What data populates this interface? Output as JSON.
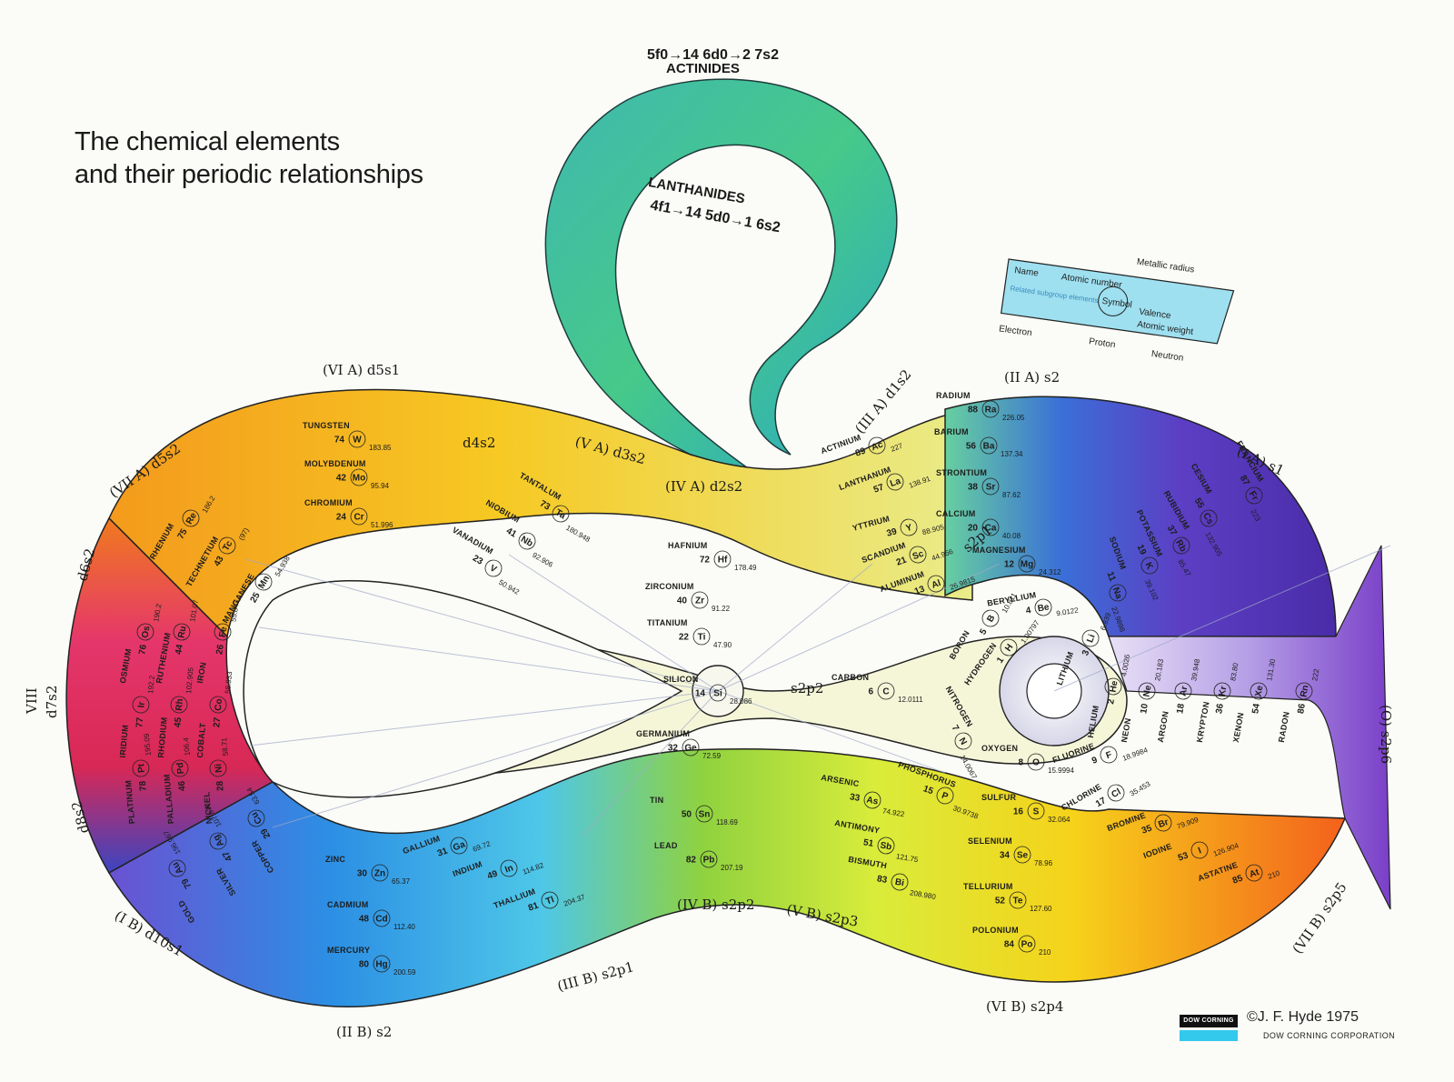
{
  "title": {
    "line1": "The chemical elements",
    "line2": "and their periodic relationships"
  },
  "credit": {
    "logo": "DOW CORNING",
    "author": "©J. F. Hyde  1975",
    "corp": "DOW CORNING CORPORATION"
  },
  "legend": {
    "name": "Name",
    "atomic_number": "Atomic number",
    "symbol": "Symbol",
    "metallic_radius": "Metallic radius",
    "related": "Related subgroup elements",
    "valence": "Valence",
    "atomic_weight": "Atomic weight",
    "electron": "Electron",
    "proton": "Proton",
    "neutron": "Neutron"
  },
  "labels": {
    "actinides_config": "5f0→14 6d0→2 7s2",
    "actinides": "ACTINIDES",
    "lanthanides": "LANTHANIDES",
    "lanthanides_config": "4f1→14 5d0→1 6s2",
    "via": "(VI A) d5s1",
    "viia": "(VII A) d5s2",
    "viii": "VIII",
    "d6s2": "d6s2",
    "d7s2": "d7s2",
    "d8s2": "d8s2",
    "ib": "(I B) d10s1",
    "iib": "(II B) s2",
    "iiib": "(III B) s2p1",
    "ivb": "(IV B) s2p2",
    "vb": "(V B) s2p3",
    "vib": "(VI B) s2p4",
    "viib": "(VII B) s2p5",
    "o": "(O) s2p6",
    "ia": "(I A) s1",
    "iia": "(II A) s2",
    "iiia": "(III A) d1s2",
    "iva": "(IV A) d2s2",
    "va": "(V A) d3s2",
    "d4s2": "d4s2",
    "s2p2": "s2p2",
    "s2p1": "s2p1"
  },
  "colors": {
    "red": "#e0324d",
    "orange": "#f07a1e",
    "yellow": "#f6c21c",
    "green": "#9ccf3b",
    "teal": "#3fc2a6",
    "blue": "#2aa4df",
    "indigo": "#3a4fc4",
    "violet": "#8a4fc9"
  },
  "elements": [
    {
      "name": "HYDROGEN",
      "num": "1",
      "sym": "H",
      "wt": "1.00797"
    },
    {
      "name": "HELIUM",
      "num": "2",
      "sym": "He",
      "wt": "4.0026"
    },
    {
      "name": "LITHIUM",
      "num": "3",
      "sym": "Li",
      "wt": "6.939"
    },
    {
      "name": "BERYLLIUM",
      "num": "4",
      "sym": "Be",
      "wt": "9.0122"
    },
    {
      "name": "BORON",
      "num": "5",
      "sym": "B",
      "wt": "10.811"
    },
    {
      "name": "CARBON",
      "num": "6",
      "sym": "C",
      "wt": "12.0111"
    },
    {
      "name": "NITROGEN",
      "num": "7",
      "sym": "N",
      "wt": "14.0067"
    },
    {
      "name": "OXYGEN",
      "num": "8",
      "sym": "O",
      "wt": "15.9994"
    },
    {
      "name": "FLUORINE",
      "num": "9",
      "sym": "F",
      "wt": "18.9984"
    },
    {
      "name": "NEON",
      "num": "10",
      "sym": "Ne",
      "wt": "20.183"
    },
    {
      "name": "SODIUM",
      "num": "11",
      "sym": "Na",
      "wt": "22.9898"
    },
    {
      "name": "MAGNESIUM",
      "num": "12",
      "sym": "Mg",
      "wt": "24.312"
    },
    {
      "name": "ALUMINUM",
      "num": "13",
      "sym": "Al",
      "wt": "26.9815"
    },
    {
      "name": "SILICON",
      "num": "14",
      "sym": "Si",
      "wt": "28.086"
    },
    {
      "name": "PHOSPHORUS",
      "num": "15",
      "sym": "P",
      "wt": "30.9738"
    },
    {
      "name": "SULFUR",
      "num": "16",
      "sym": "S",
      "wt": "32.064"
    },
    {
      "name": "CHLORINE",
      "num": "17",
      "sym": "Cl",
      "wt": "35.453"
    },
    {
      "name": "ARGON",
      "num": "18",
      "sym": "Ar",
      "wt": "39.948"
    },
    {
      "name": "POTASSIUM",
      "num": "19",
      "sym": "K",
      "wt": "39.102"
    },
    {
      "name": "CALCIUM",
      "num": "20",
      "sym": "Ca",
      "wt": "40.08"
    },
    {
      "name": "SCANDIUM",
      "num": "21",
      "sym": "Sc",
      "wt": "44.956"
    },
    {
      "name": "TITANIUM",
      "num": "22",
      "sym": "Ti",
      "wt": "47.90"
    },
    {
      "name": "VANADIUM",
      "num": "23",
      "sym": "V",
      "wt": "50.942"
    },
    {
      "name": "CHROMIUM",
      "num": "24",
      "sym": "Cr",
      "wt": "51.996"
    },
    {
      "name": "MANGANESE",
      "num": "25",
      "sym": "Mn",
      "wt": "54.938"
    },
    {
      "name": "IRON",
      "num": "26",
      "sym": "Fe",
      "wt": "55.847"
    },
    {
      "name": "COBALT",
      "num": "27",
      "sym": "Co",
      "wt": "58.933"
    },
    {
      "name": "NICKEL",
      "num": "28",
      "sym": "Ni",
      "wt": "58.71"
    },
    {
      "name": "COPPER",
      "num": "29",
      "sym": "Cu",
      "wt": "63.54"
    },
    {
      "name": "ZINC",
      "num": "30",
      "sym": "Zn",
      "wt": "65.37"
    },
    {
      "name": "GALLIUM",
      "num": "31",
      "sym": "Ga",
      "wt": "69.72"
    },
    {
      "name": "GERMANIUM",
      "num": "32",
      "sym": "Ge",
      "wt": "72.59"
    },
    {
      "name": "ARSENIC",
      "num": "33",
      "sym": "As",
      "wt": "74.922"
    },
    {
      "name": "SELENIUM",
      "num": "34",
      "sym": "Se",
      "wt": "78.96"
    },
    {
      "name": "BROMINE",
      "num": "35",
      "sym": "Br",
      "wt": "79.909"
    },
    {
      "name": "KRYPTON",
      "num": "36",
      "sym": "Kr",
      "wt": "83.80"
    },
    {
      "name": "RUBIDIUM",
      "num": "37",
      "sym": "Rb",
      "wt": "85.47"
    },
    {
      "name": "STRONTIUM",
      "num": "38",
      "sym": "Sr",
      "wt": "87.62"
    },
    {
      "name": "YTTRIUM",
      "num": "39",
      "sym": "Y",
      "wt": "88.905"
    },
    {
      "name": "ZIRCONIUM",
      "num": "40",
      "sym": "Zr",
      "wt": "91.22"
    },
    {
      "name": "NIOBIUM",
      "num": "41",
      "sym": "Nb",
      "wt": "92.906"
    },
    {
      "name": "MOLYBDENUM",
      "num": "42",
      "sym": "Mo",
      "wt": "95.94"
    },
    {
      "name": "TECHNETIUM",
      "num": "43",
      "sym": "Tc",
      "wt": "(97)"
    },
    {
      "name": "RUTHENIUM",
      "num": "44",
      "sym": "Ru",
      "wt": "101.07"
    },
    {
      "name": "RHODIUM",
      "num": "45",
      "sym": "Rh",
      "wt": "102.905"
    },
    {
      "name": "PALLADIUM",
      "num": "46",
      "sym": "Pd",
      "wt": "106.4"
    },
    {
      "name": "SILVER",
      "num": "47",
      "sym": "Ag",
      "wt": "107.870"
    },
    {
      "name": "CADMIUM",
      "num": "48",
      "sym": "Cd",
      "wt": "112.40"
    },
    {
      "name": "INDIUM",
      "num": "49",
      "sym": "In",
      "wt": "114.82"
    },
    {
      "name": "TIN",
      "num": "50",
      "sym": "Sn",
      "wt": "118.69"
    },
    {
      "name": "ANTIMONY",
      "num": "51",
      "sym": "Sb",
      "wt": "121.75"
    },
    {
      "name": "TELLURIUM",
      "num": "52",
      "sym": "Te",
      "wt": "127.60"
    },
    {
      "name": "IODINE",
      "num": "53",
      "sym": "I",
      "wt": "126.904"
    },
    {
      "name": "XENON",
      "num": "54",
      "sym": "Xe",
      "wt": "131.30"
    },
    {
      "name": "CESIUM",
      "num": "55",
      "sym": "Cs",
      "wt": "132.905"
    },
    {
      "name": "BARIUM",
      "num": "56",
      "sym": "Ba",
      "wt": "137.34"
    },
    {
      "name": "LANTHANUM",
      "num": "57",
      "sym": "La",
      "wt": "138.91"
    },
    {
      "name": "HAFNIUM",
      "num": "72",
      "sym": "Hf",
      "wt": "178.49"
    },
    {
      "name": "TANTALUM",
      "num": "73",
      "sym": "Ta",
      "wt": "180.948"
    },
    {
      "name": "TUNGSTEN",
      "num": "74",
      "sym": "W",
      "wt": "183.85"
    },
    {
      "name": "RHENIUM",
      "num": "75",
      "sym": "Re",
      "wt": "186.2"
    },
    {
      "name": "OSMIUM",
      "num": "76",
      "sym": "Os",
      "wt": "190.2"
    },
    {
      "name": "IRIDIUM",
      "num": "77",
      "sym": "Ir",
      "wt": "192.2"
    },
    {
      "name": "PLATINUM",
      "num": "78",
      "sym": "Pt",
      "wt": "195.09"
    },
    {
      "name": "GOLD",
      "num": "79",
      "sym": "Au",
      "wt": "196.967"
    },
    {
      "name": "MERCURY",
      "num": "80",
      "sym": "Hg",
      "wt": "200.59"
    },
    {
      "name": "THALLIUM",
      "num": "81",
      "sym": "Tl",
      "wt": "204.37"
    },
    {
      "name": "LEAD",
      "num": "82",
      "sym": "Pb",
      "wt": "207.19"
    },
    {
      "name": "BISMUTH",
      "num": "83",
      "sym": "Bi",
      "wt": "208.980"
    },
    {
      "name": "POLONIUM",
      "num": "84",
      "sym": "Po",
      "wt": "210"
    },
    {
      "name": "ASTATINE",
      "num": "85",
      "sym": "At",
      "wt": "210"
    },
    {
      "name": "RADON",
      "num": "86",
      "sym": "Rn",
      "wt": "222"
    },
    {
      "name": "FRANCIUM",
      "num": "87",
      "sym": "Fr",
      "wt": "223"
    },
    {
      "name": "RADIUM",
      "num": "88",
      "sym": "Ra",
      "wt": "226.05"
    },
    {
      "name": "ACTINIUM",
      "num": "89",
      "sym": "Ac",
      "wt": "227"
    }
  ]
}
